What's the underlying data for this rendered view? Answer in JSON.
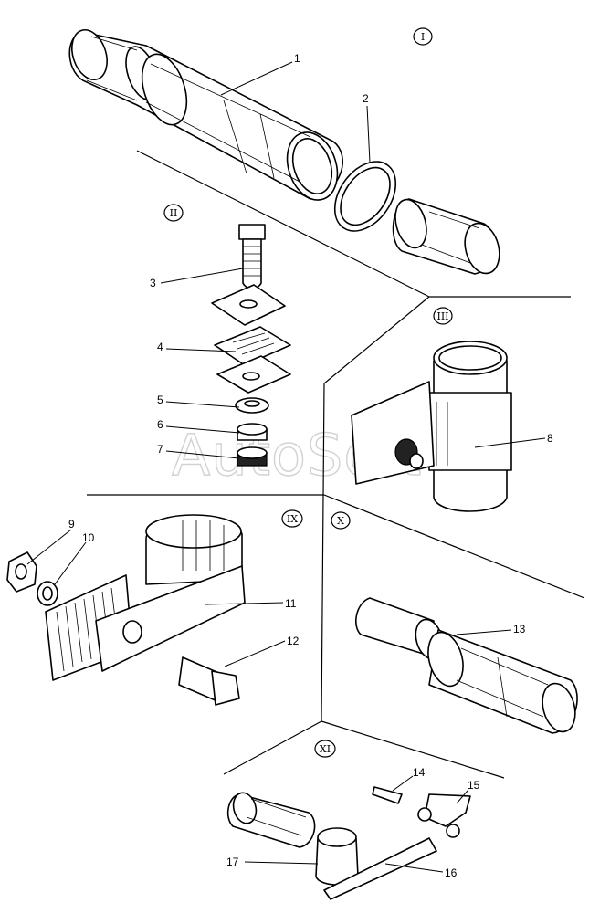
{
  "watermark": "AutoSoft",
  "group_labels": {
    "g1": "I",
    "g2": "II",
    "g3": "III",
    "g9": "IX",
    "g10": "X",
    "g11": "XI"
  },
  "callouts": {
    "c1": "1",
    "c2": "2",
    "c3": "3",
    "c4": "4",
    "c5": "5",
    "c6": "6",
    "c7": "7",
    "c8": "8",
    "c9": "9",
    "c10": "10",
    "c11": "11",
    "c12": "12",
    "c13": "13",
    "c14": "14",
    "c15": "15",
    "c16": "16",
    "c17": "17"
  }
}
